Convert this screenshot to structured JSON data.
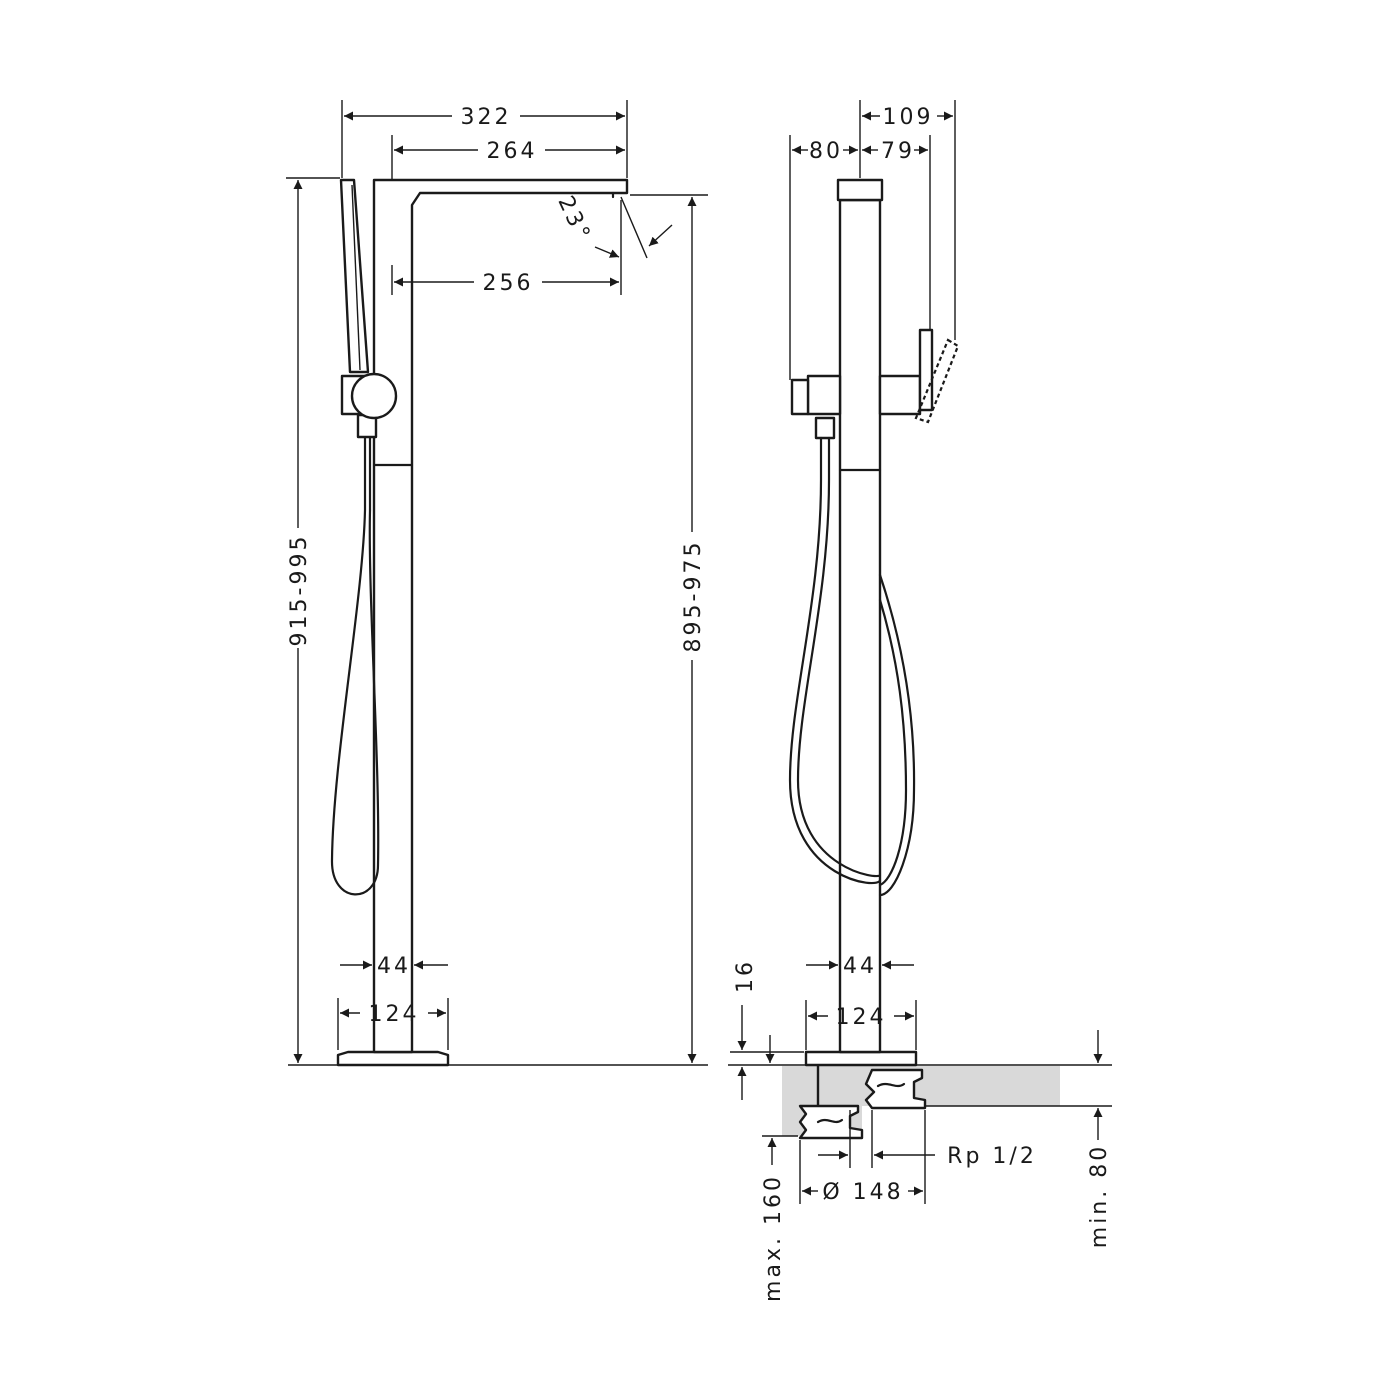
{
  "views": {
    "side": {
      "overall_width": "322",
      "spout_width": "264",
      "spout_reach": "256",
      "spout_angle": "23°",
      "height_handshower": "915-995",
      "height_spout": "895-975",
      "column_diameter": "44",
      "base_diameter": "124"
    },
    "front": {
      "handle_width": "109",
      "left_offset": "80",
      "right_offset": "79",
      "column_diameter": "44",
      "base_diameter": "124",
      "base_height": "16",
      "max_depth": "max. 160",
      "min_depth": "min. 80",
      "thread": "Rp 1/2",
      "mount_diameter": "Ø 148"
    }
  },
  "colors": {
    "line": "#1a1a1a",
    "ground_fill": "#d9d9d9",
    "background": "#ffffff"
  }
}
